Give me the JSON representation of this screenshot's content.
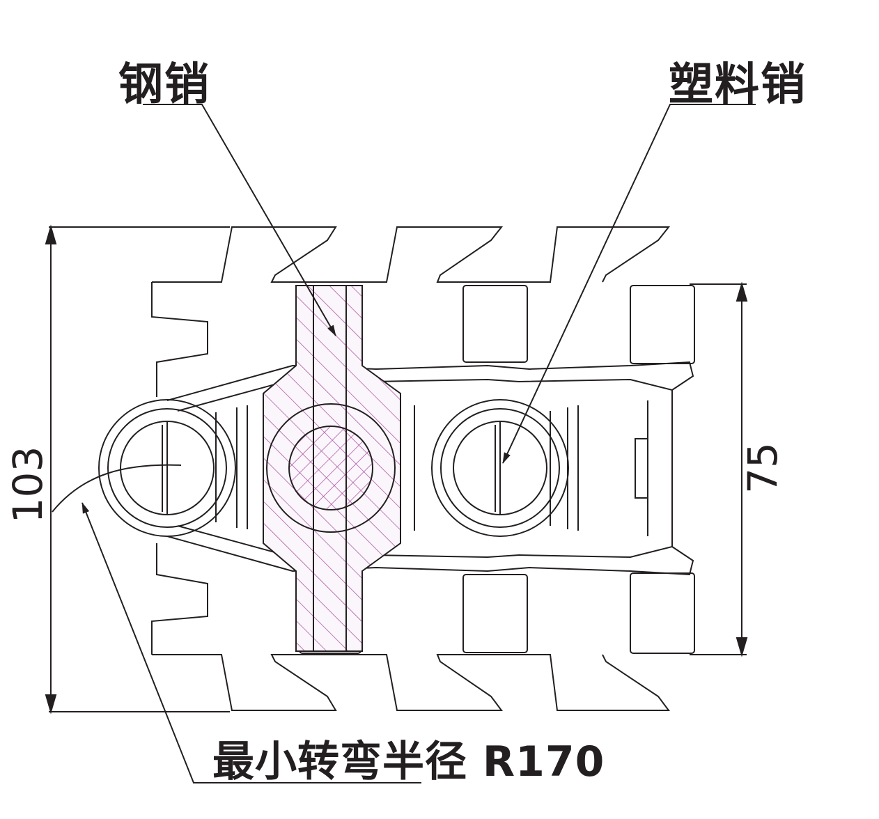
{
  "labels": {
    "steel_pin": "钢销",
    "plastic_pin": "塑料销",
    "min_radius": "最小转弯半径 R170"
  },
  "dimensions": {
    "overall_height": "103",
    "link_height": "75"
  },
  "colors": {
    "line": "#231f20",
    "hatch": "#a3489b"
  }
}
